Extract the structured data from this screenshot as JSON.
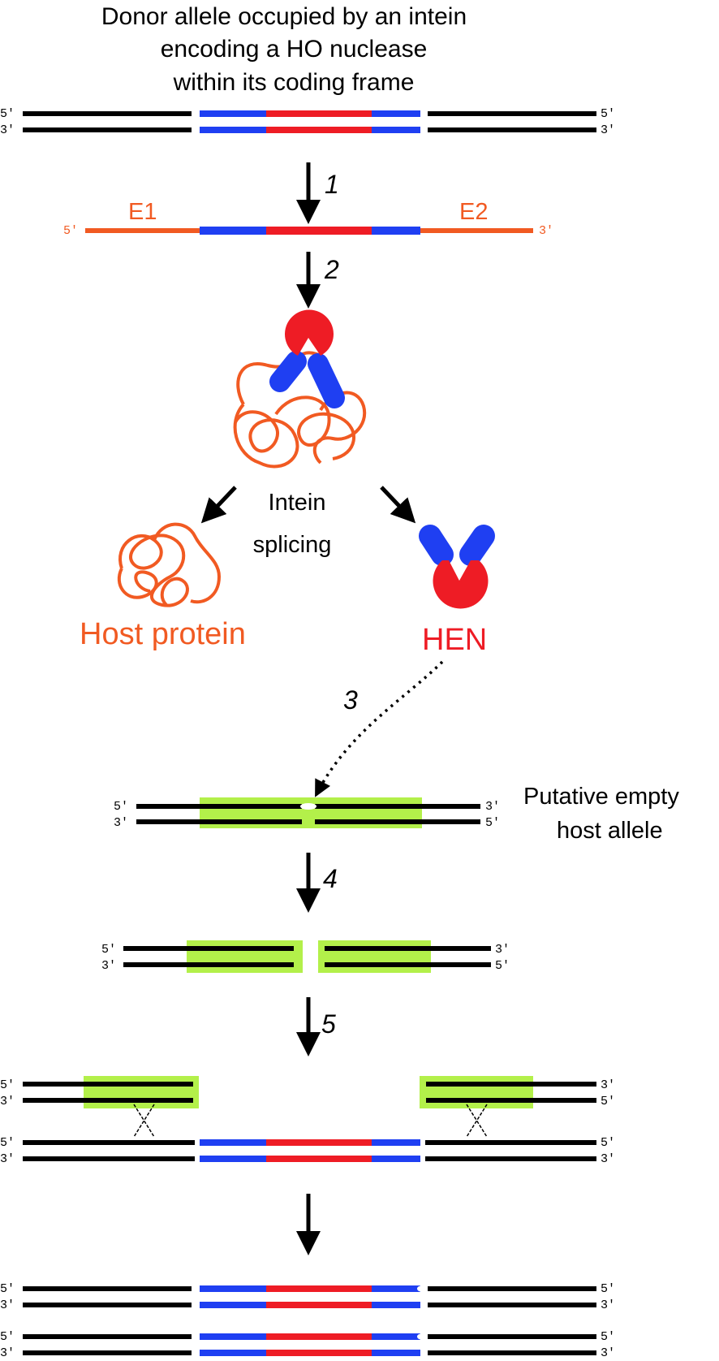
{
  "title": {
    "line1": "Donor allele occupied by an intein",
    "line2": "encoding a HO nuclease",
    "line3": "within its coding frame"
  },
  "ends": {
    "five": "5'",
    "three": "3'"
  },
  "steps": {
    "s1": "1",
    "s2": "2",
    "s3": "3",
    "s4": "4",
    "s5": "5"
  },
  "exons": {
    "e1": "E1",
    "e2": "E2"
  },
  "splicing": {
    "line1": "Intein",
    "line2": "splicing"
  },
  "products": {
    "host": "Host protein",
    "hen": "HEN"
  },
  "empty_allele": {
    "line1": "Putative empty",
    "line2": "host allele"
  },
  "colors": {
    "dna": "#000000",
    "intein_blue": "#1f3ff2",
    "hen_red": "#ee1c25",
    "exon_orange": "#f15a22",
    "homology_green": "#b3f04a"
  }
}
